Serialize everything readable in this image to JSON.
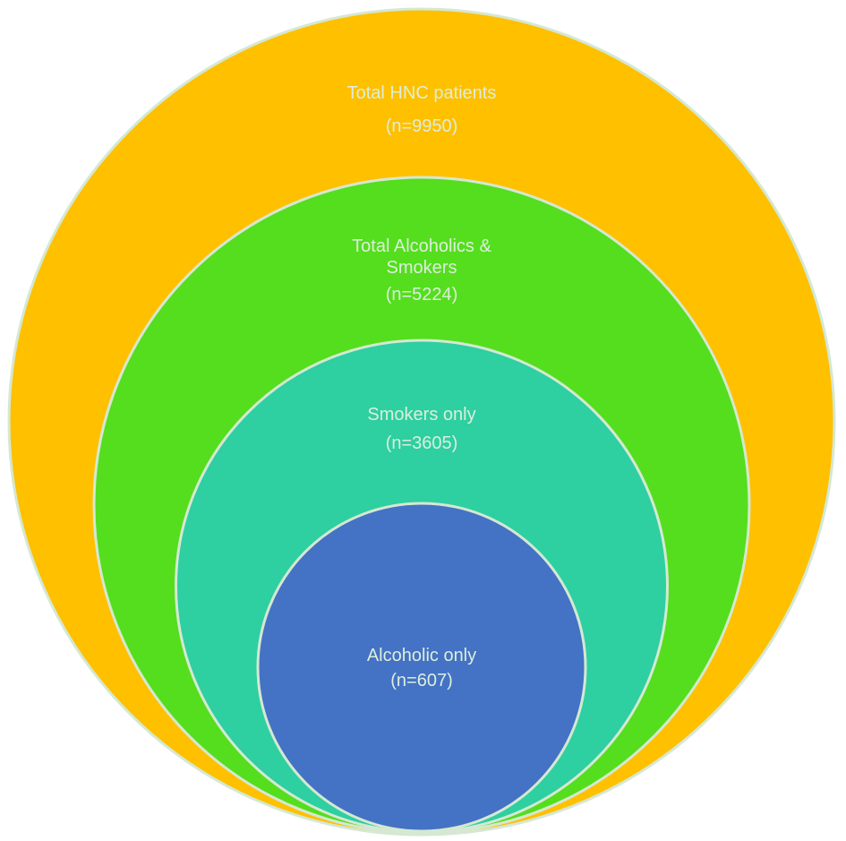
{
  "colors": {
    "background": "#FFFFFF",
    "border": "#D5E8D2",
    "text": "#DCEEDC"
  },
  "chart_data": {
    "type": "nested-circles",
    "items": [
      {
        "label": "Total HNC patients",
        "n_label": "(n=9950)",
        "value": 9950,
        "color": "#FFC000"
      },
      {
        "label": "Total Alcoholics & Smokers",
        "n_label": "(n=5224)",
        "value": 5224,
        "color": "#54DE1D"
      },
      {
        "label": "Smokers only",
        "n_label": "(n=3605)",
        "value": 3605,
        "color": "#2ECFA1"
      },
      {
        "label": "Alcoholic only",
        "n_label": "(n=607)",
        "value": 607,
        "color": "#4472C4"
      }
    ]
  }
}
